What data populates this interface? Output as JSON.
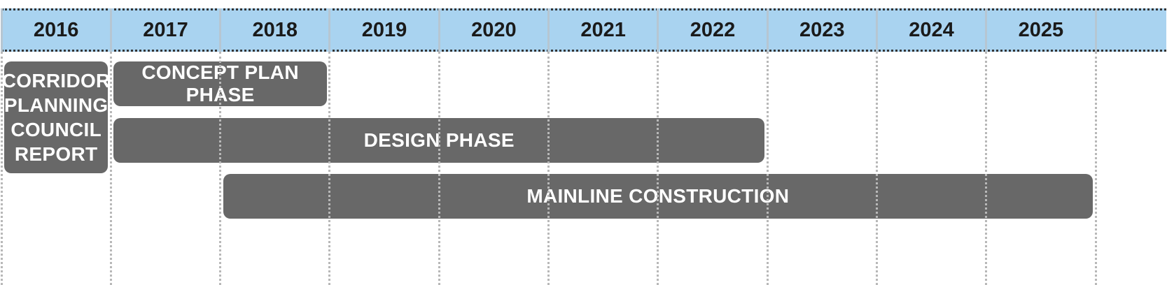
{
  "timeline": {
    "years": [
      "2016",
      "2017",
      "2018",
      "2019",
      "2020",
      "2021",
      "2022",
      "2023",
      "2024",
      "2025"
    ],
    "phases": [
      {
        "label": "CORRIDOR PLANNING COUNCIL REPORT",
        "start_year": 2016,
        "end_year": 2016
      },
      {
        "label": "CONCEPT PLAN PHASE",
        "start_year": 2017,
        "end_year": 2018
      },
      {
        "label": "DESIGN PHASE",
        "start_year": 2017,
        "end_year": 2022
      },
      {
        "label": "MAINLINE CONSTRUCTION",
        "start_year": 2018,
        "end_year": 2025
      }
    ],
    "colors": {
      "header_band": "#a9d3f0",
      "phase_bar": "#686868",
      "phase_text": "#ffffff",
      "year_text": "#1a1a1a",
      "grid_line": "#b8b8b8"
    }
  }
}
